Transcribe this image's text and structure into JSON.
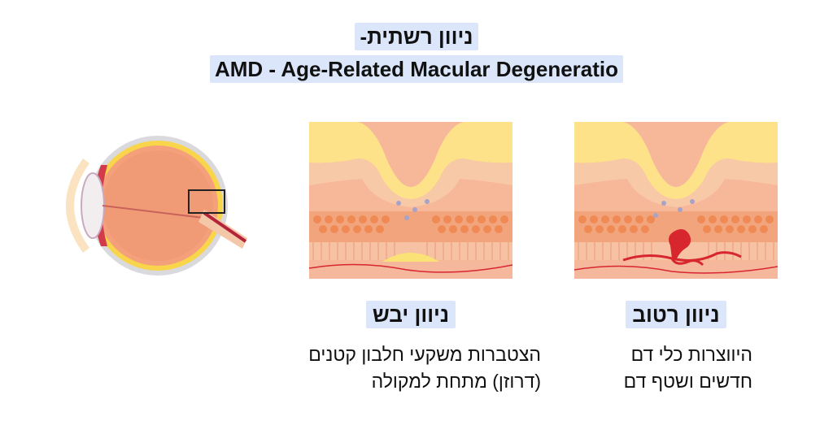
{
  "title": {
    "hebrew": "ניוון רשתית-",
    "english": "AMD - Age-Related Macular Degeneratio"
  },
  "dry": {
    "label": "ניוון יבש",
    "desc_line1": "הצטברות משקעי חלבון קטנים",
    "desc_line2": "(דרוזן) מתחת למקולה"
  },
  "wet": {
    "label": "ניוון רטוב",
    "desc_line1": "היווצרות כלי דם",
    "desc_line2": "חדשים ושטף דם"
  },
  "colors": {
    "highlight": "#dbe6fb",
    "retina_bg": "#f7b89a",
    "fat_yellow": "#fde28a",
    "cell_orange": "#f08a55",
    "blood_red": "#d7262e",
    "drusen_yellow": "#fbe276"
  }
}
